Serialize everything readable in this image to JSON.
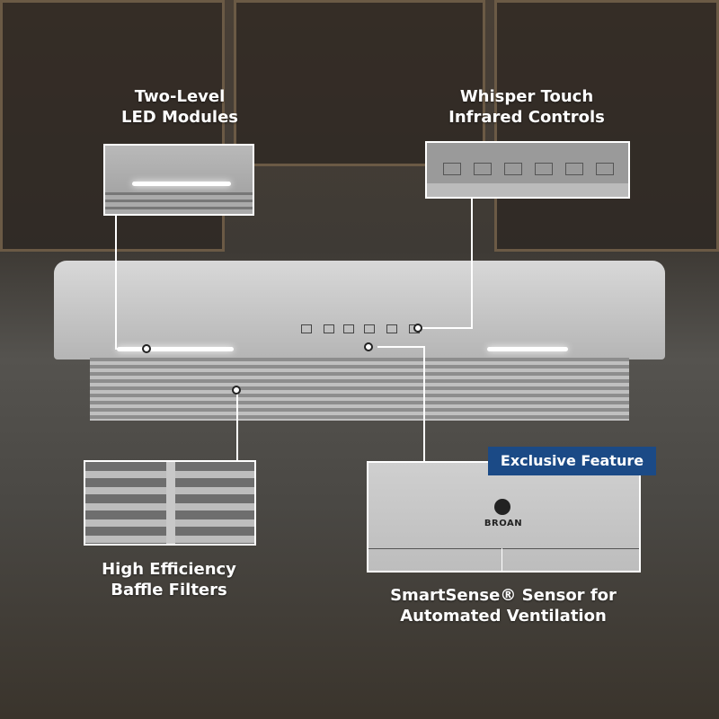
{
  "callouts": {
    "led": {
      "line1": "Two-Level",
      "line2": "LED Modules"
    },
    "controls": {
      "line1": "Whisper Touch",
      "line2": "Infrared Controls"
    },
    "filters": {
      "line1": "High Efficiency",
      "line2": "Baffle Filters"
    },
    "sensor": {
      "line1": "SmartSense® Sensor for",
      "line2": "Automated Ventilation"
    }
  },
  "badge": {
    "label": "Exclusive Feature",
    "color": "#1b4a86"
  },
  "brand_logo": "BROAN"
}
